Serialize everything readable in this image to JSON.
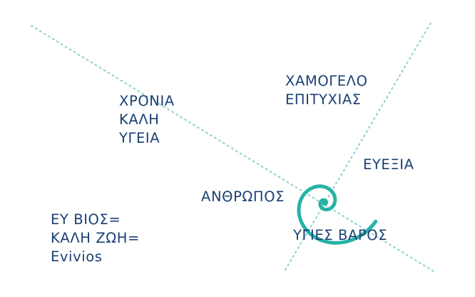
{
  "colors": {
    "spiral": "#26b3a7",
    "guide": "#8ccfd0",
    "text": "#1b3f73",
    "background": "#ffffff"
  },
  "labels": {
    "years_health": [
      "ΧΡΟΝΙΑ",
      "ΚΑΛΗ",
      "ΥΓΕΙΑ"
    ],
    "smile_success": [
      "ΧΑΜΟΓΕΛΟ",
      "ΕΠΙΤΥΧΙΑΣ"
    ],
    "wellbeing": [
      "ΕΥΕΞΙΑ"
    ],
    "human": [
      "ΑΝΘΡΩΠΟΣ"
    ],
    "healthy_weight": [
      "ΥΓΙΕΣ ΒΑΡΟΣ"
    ],
    "good_life": [
      "ΕΥ ΒΙΟΣ=",
      "ΚΑΛΗ ΖΩΗ=",
      "Evivios"
    ]
  }
}
